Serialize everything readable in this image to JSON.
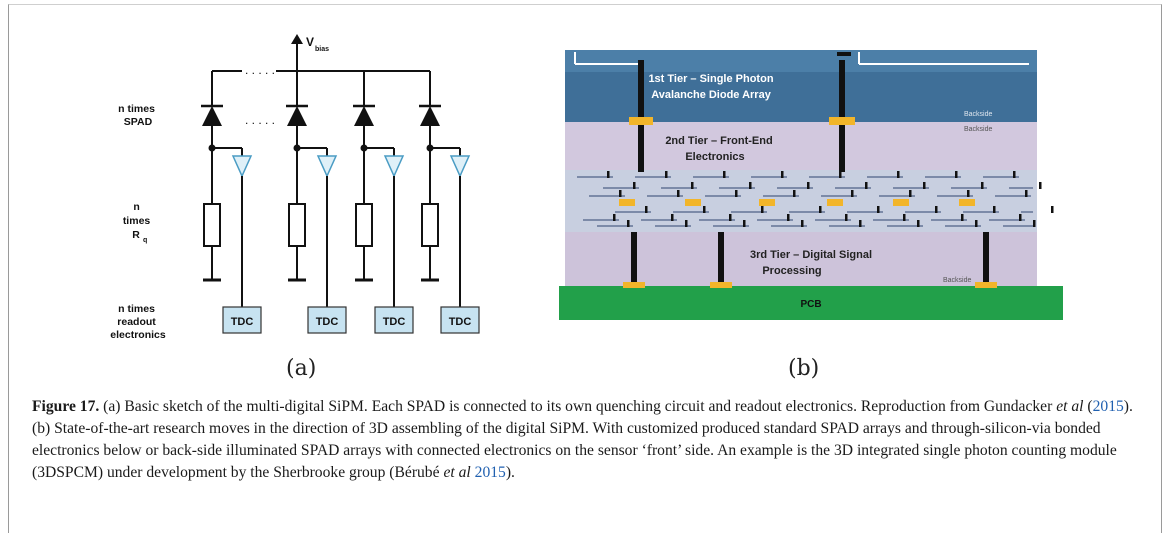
{
  "figure_a": {
    "vbias_label": "V",
    "vbias_sub": "bias",
    "spad_label": [
      "n times",
      "SPAD"
    ],
    "rq_label": [
      "n",
      "times",
      "R"
    ],
    "rq_sub": "q",
    "readout_label": [
      "n times",
      "readout",
      "electronics"
    ],
    "tdc_label": "TDC",
    "sublabel": "(a)"
  },
  "figure_b": {
    "tier1": [
      "1st Tier – Single Photon",
      "Avalanche Diode Array"
    ],
    "tier2": [
      "2nd  Tier – Front-End",
      "Electronics"
    ],
    "tier3": [
      "3rd Tier – Digital Signal",
      "Processing"
    ],
    "backside1": "Backside",
    "backside2": "Backside",
    "backside3": "Backside",
    "pcb": "PCB",
    "sublabel": "(b)",
    "colors": {
      "tier1": "#3f6f98",
      "tier2": "#cfc6dd",
      "middle": "#c9cfdf",
      "tier3": "#cdc3da",
      "pcb": "#22a04a",
      "bond": "#f2b52a"
    }
  },
  "caption": {
    "fig_label": "Figure 17.",
    "t1": " (a) Basic sketch of the multi-digital SiPM. Each SPAD is connected to its own quenching circuit and readout electronics. Reproduction from Gundacker ",
    "etal1": "et al",
    "t2": " (",
    "year1": "2015",
    "t3": "). (b) State-of-the-art research moves in the direction of 3D assembling of the digital SiPM. With customized produced standard SPAD arrays and through-silicon-via bonded electronics below or back-side illuminated SPAD arrays with connected electronics on the sensor ‘front’ side. An example is the 3D integrated single photon counting module (3DSPCM) under development by the Sherbrooke group (Bérubé ",
    "etal2": "et al",
    "t4": " ",
    "year2": "2015",
    "t5": ")."
  }
}
